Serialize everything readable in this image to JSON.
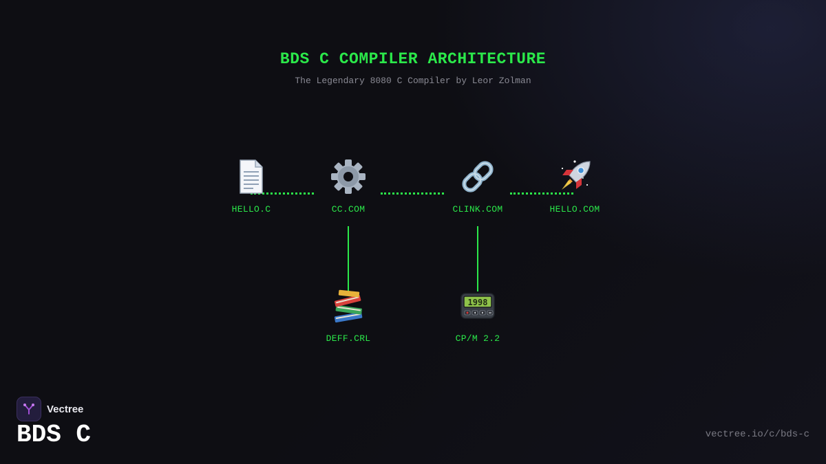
{
  "header": {
    "title": "BDS C COMPILER ARCHITECTURE",
    "subtitle": "The Legendary 8080 C Compiler by Leor Zolman"
  },
  "diagram": {
    "nodes": [
      {
        "id": "hello_c",
        "label": "HELLO.C",
        "icon": "document-icon"
      },
      {
        "id": "cc_com",
        "label": "CC.COM",
        "icon": "gear-icon"
      },
      {
        "id": "clink_com",
        "label": "CLINK.COM",
        "icon": "link-icon"
      },
      {
        "id": "hello_com",
        "label": "HELLO.COM",
        "icon": "rocket-icon"
      },
      {
        "id": "deff_crl",
        "label": "DEFF.CRL",
        "icon": "books-icon"
      },
      {
        "id": "cpm",
        "label": "CP/M 2.2",
        "icon": "pager-icon"
      }
    ],
    "edges": [
      {
        "from": "hello_c",
        "to": "cc_com",
        "style": "dotted"
      },
      {
        "from": "cc_com",
        "to": "clink_com",
        "style": "dotted"
      },
      {
        "from": "clink_com",
        "to": "hello_com",
        "style": "dotted"
      },
      {
        "from": "cc_com",
        "to": "deff_crl",
        "style": "solid"
      },
      {
        "from": "clink_com",
        "to": "cpm",
        "style": "solid"
      }
    ],
    "accent_color": "#2be84a"
  },
  "footer": {
    "brand_name": "Vectree",
    "product_name": "BDS C",
    "url": "vectree.io/c/bds-c"
  }
}
